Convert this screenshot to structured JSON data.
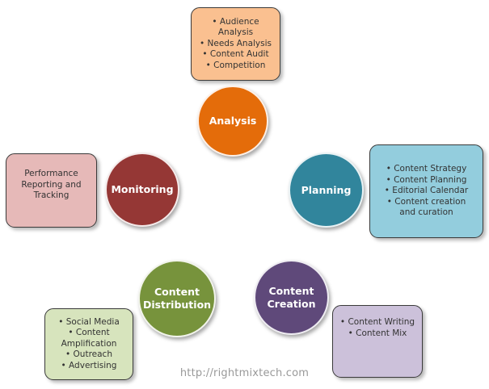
{
  "stages": {
    "analysis": {
      "label": [
        "Analysis"
      ],
      "color": "#e46c0a"
    },
    "planning": {
      "label": [
        "Planning"
      ],
      "color": "#31859c"
    },
    "content_creation": {
      "label": [
        "Content",
        "Creation"
      ],
      "color": "#5f497a"
    },
    "content_distribution": {
      "label": [
        "Content",
        "Distribution"
      ],
      "color": "#77933c"
    },
    "monitoring": {
      "label": [
        "Monitoring"
      ],
      "color": "#953735"
    }
  },
  "boxes": {
    "analysis": {
      "lines": [
        "• Audience",
        "Analysis",
        "• Needs Analysis",
        "• Content Audit",
        "• Competition"
      ],
      "fill": "#fac090",
      "border": "#3a3a3a"
    },
    "planning": {
      "lines": [
        "• Content Strategy",
        "• Content Planning",
        "• Editorial Calendar",
        "• Content creation",
        "and curation"
      ],
      "fill": "#93cddd",
      "border": "#3a3a3a"
    },
    "content_creation": {
      "lines": [
        "• Content Writing",
        "• Content Mix"
      ],
      "fill": "#ccc1da",
      "border": "#3a3a3a"
    },
    "content_distribution": {
      "lines": [
        "• Social Media",
        "• Content",
        "Amplification",
        "• Outreach",
        "• Advertising"
      ],
      "fill": "#d7e4bd",
      "border": "#3a3a3a"
    },
    "monitoring": {
      "lines": [
        "Performance",
        "Reporting and",
        "Tracking"
      ],
      "fill": "#e6b9b8",
      "border": "#3a3a3a"
    }
  },
  "arrow_color": "#b9cde5",
  "footer_url": "http://rightmixtech.com"
}
